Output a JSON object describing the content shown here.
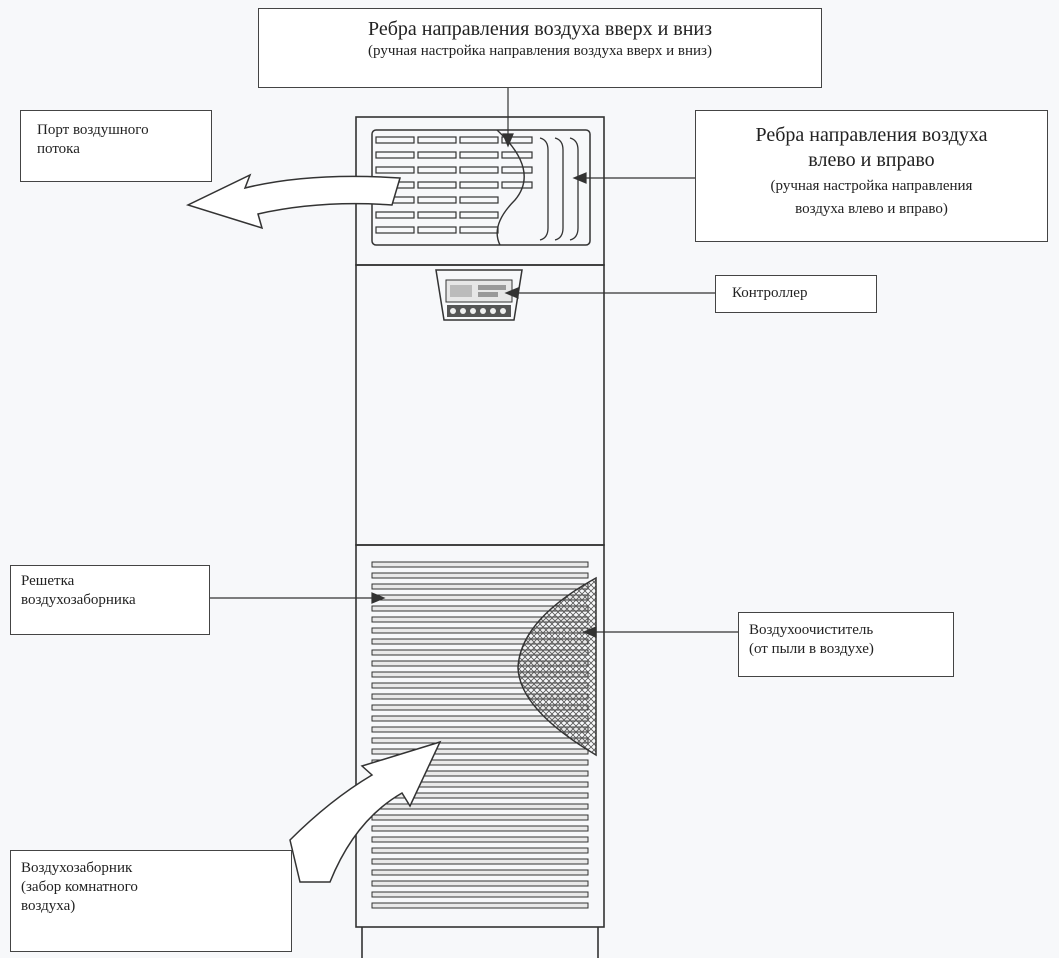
{
  "labels": {
    "updown_title": "Ребра направления воздуха вверх и вниз",
    "updown_sub": "(ручная настройка направления воздуха вверх и вниз)",
    "air_port_line1": "Порт воздушного",
    "air_port_line2": "потока",
    "leftright_title_line1": "Ребра направления воздуха",
    "leftright_title_line2": "влево и вправо",
    "leftright_sub_line1": "(ручная настройка направления",
    "leftright_sub_line2": "воздуха влево и вправо)",
    "controller": "Контроллер",
    "grille_line1": "Решетка",
    "grille_line2": "воздухозаборника",
    "purifier_line1": "Воздухоочиститель",
    "purifier_line2": "(от пыли в воздухе)",
    "intake_line1": "Воздухозаборник",
    "intake_line2": "(забор комнатного",
    "intake_line3": "воздуха)"
  },
  "colors": {
    "line": "#333333",
    "mesh": "#555555",
    "background": "#f7f8fa"
  }
}
